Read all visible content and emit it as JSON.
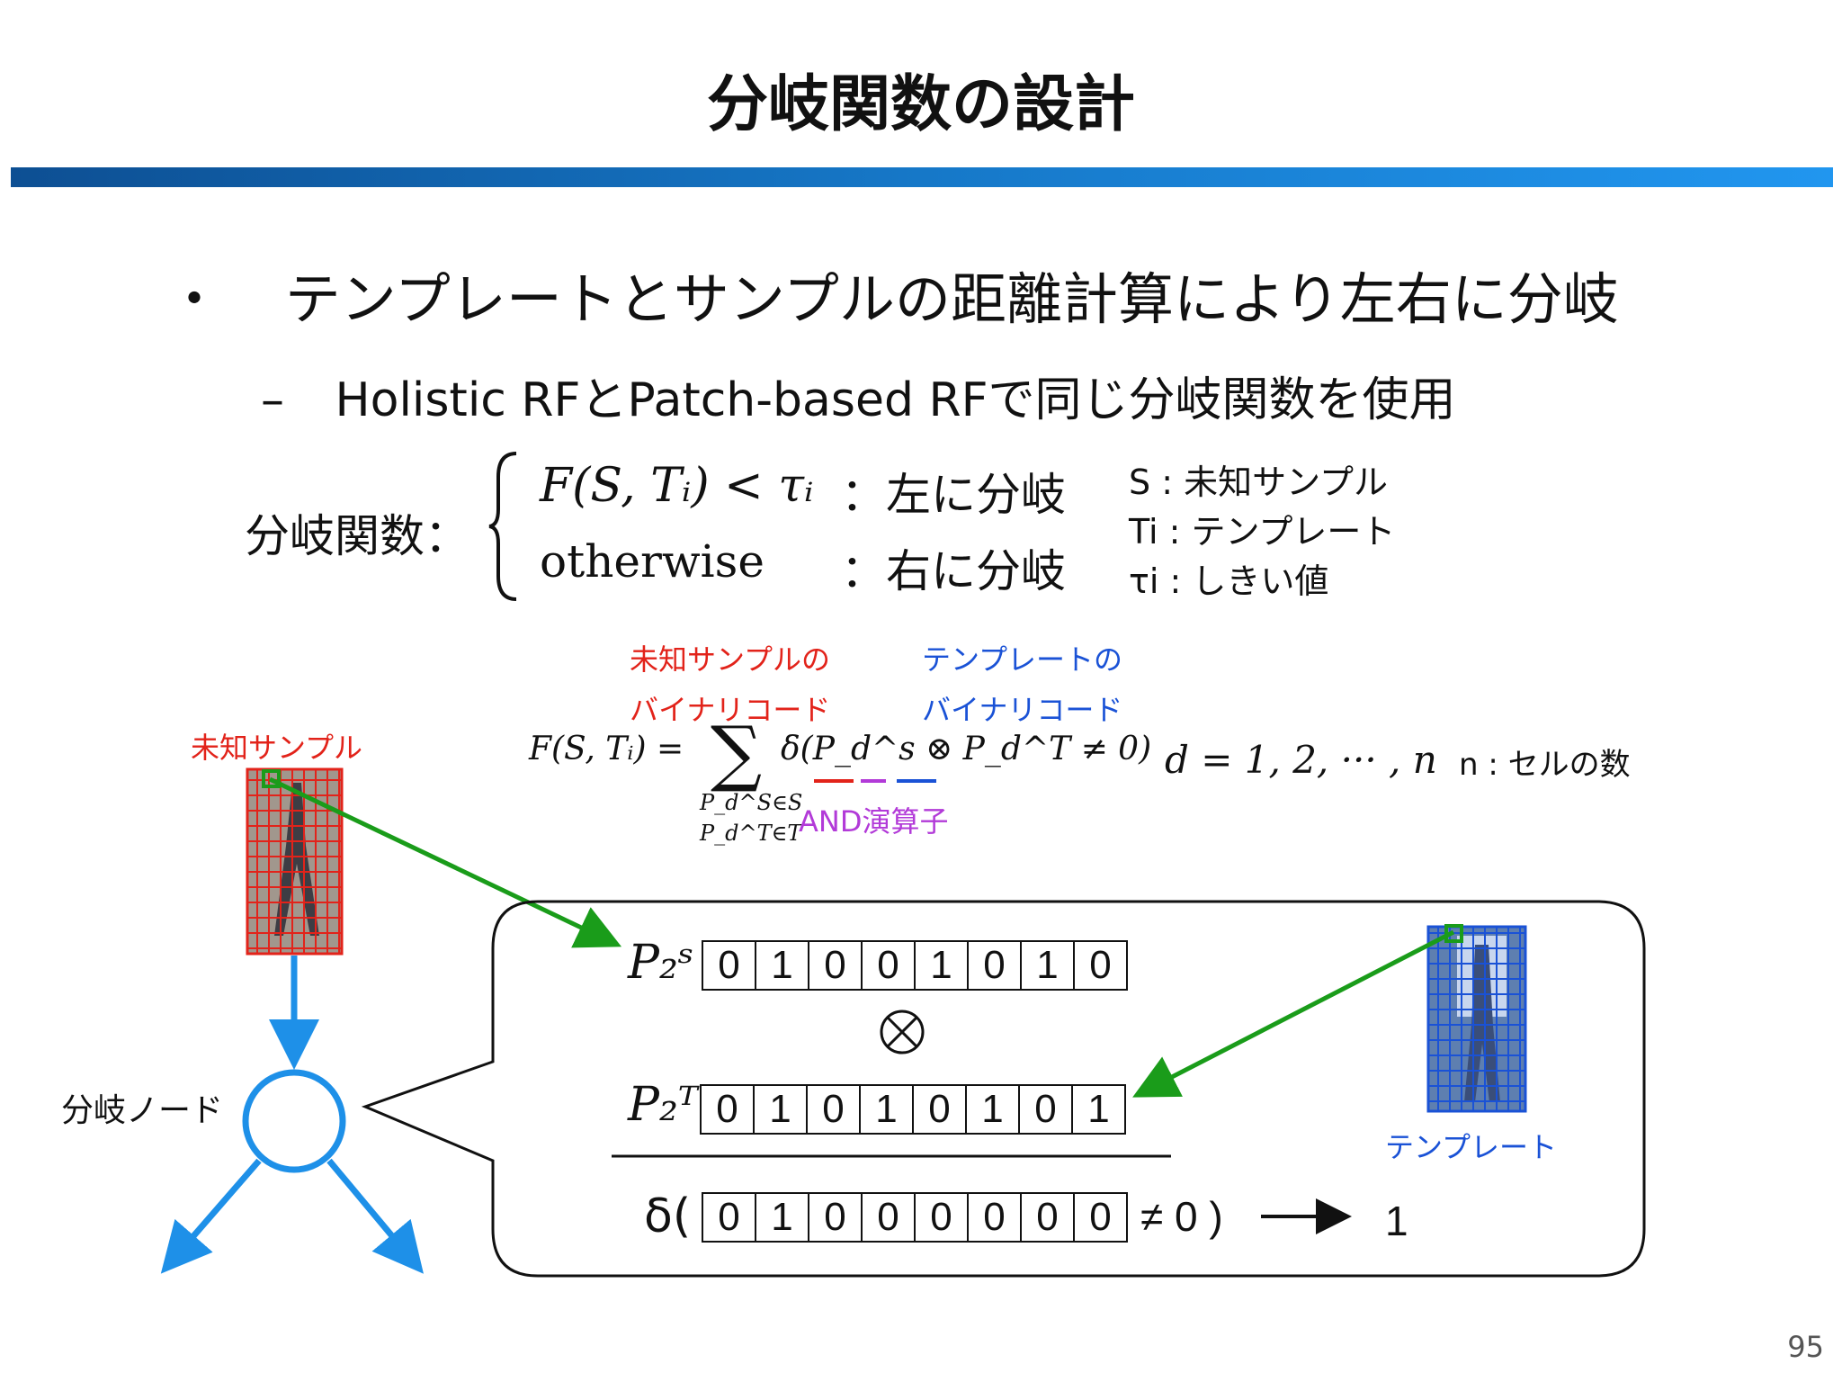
{
  "slide": {
    "title": "分岐関数の設計",
    "bullet1": "テンプレートとサンプルの距離計算により左右に分岐",
    "bullet1_marker": "・",
    "bullet2": "Holistic RFとPatch-based RFで同じ分岐関数を使用",
    "bullet2_marker": "–",
    "page_number": "95"
  },
  "branch_function": {
    "label": "分岐関数：",
    "case1_expr": "F(S, Tᵢ) < τᵢ",
    "case1_result": "：左に分岐",
    "case2_expr": "otherwise",
    "case2_result": "：右に分岐",
    "legend": [
      "S : 未知サンプル",
      "Ti : テンプレート",
      "τi : しきい値"
    ]
  },
  "formula": {
    "sample_code_label_1": "未知サンプルの",
    "sample_code_label_2": "バイナリコード",
    "template_code_label_1": "テンプレートの",
    "template_code_label_2": "バイナリコード",
    "lhs": "F(S, Tᵢ) =",
    "sum": "∑",
    "sum_sub_1": "P_d^S∈S",
    "sum_sub_2": "P_d^T∈T",
    "body": "δ(P_d^s ⊗ P_d^T ≠ 0)",
    "and_label": "AND演算子",
    "d_range": "d = 1, 2, ··· , n",
    "n_note": "n : セルの数"
  },
  "diagram": {
    "sample_label": "未知サンプル",
    "template_label": "テンプレート",
    "node_label": "分岐ノード",
    "p_s_label": "P₂ˢ",
    "p_t_label": "P₂ᵀ",
    "otimes": "⊗",
    "delta_open": "δ(",
    "delta_close": "≠ 0 )",
    "arrow": "⟶",
    "result": "1",
    "bits_s": [
      "0",
      "1",
      "0",
      "0",
      "1",
      "0",
      "1",
      "0"
    ],
    "bits_t": [
      "0",
      "1",
      "0",
      "1",
      "0",
      "1",
      "0",
      "1"
    ],
    "bits_and": [
      "0",
      "1",
      "0",
      "0",
      "0",
      "0",
      "0",
      "0"
    ]
  },
  "colors": {
    "title_bar_start": "#0d4f93",
    "title_bar_end": "#2196ef",
    "sample": "#e2231a",
    "template": "#1a52d6",
    "and": "#b23ad8",
    "pointer": "#1a9c1a",
    "tree": "#1e90e8"
  }
}
